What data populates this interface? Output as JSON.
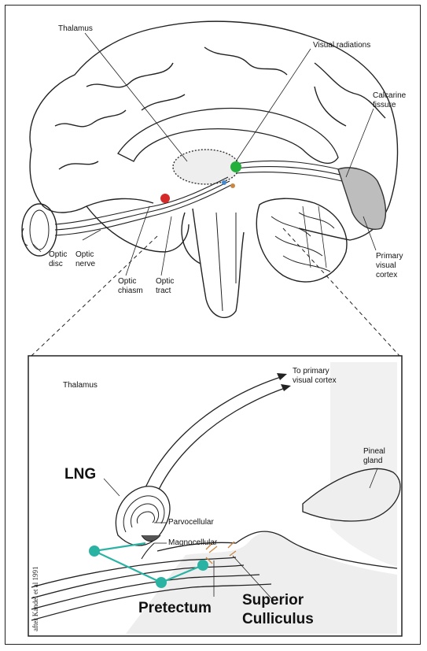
{
  "figure": {
    "top_labels": {
      "thalamus": "Thalamus",
      "visual_radiations": "Visual radiations",
      "calcarine_1": "Calcarine",
      "calcarine_2": "fissure",
      "primary_1": "Primary",
      "primary_2": "visual",
      "primary_3": "cortex",
      "optic_disc_1": "Optic",
      "optic_disc_2": "disc",
      "optic_nerve_1": "Optic",
      "optic_nerve_2": "nerve",
      "optic_chiasm_1": "Optic",
      "optic_chiasm_2": "chiasm",
      "optic_tract_1": "Optic",
      "optic_tract_2": "tract"
    },
    "inset_labels": {
      "thalamus": "Thalamus",
      "to_cortex_1": "To primary",
      "to_cortex_2": "visual cortex",
      "pineal_1": "Pineal",
      "pineal_2": "gland",
      "lng": "LNG",
      "parvocellular": "Parvocellular",
      "magnocellular": "Magnocellular",
      "pretectum": "Pretectum",
      "superior_1": "Superior",
      "superior_2": "Culliculus"
    },
    "credit": "after Kandel et al 1991",
    "colors": {
      "red_marker": "#d42a2a",
      "green_marker": "#22b03a",
      "teal_marker": "#2ab3a3",
      "ink": "#222222"
    }
  }
}
